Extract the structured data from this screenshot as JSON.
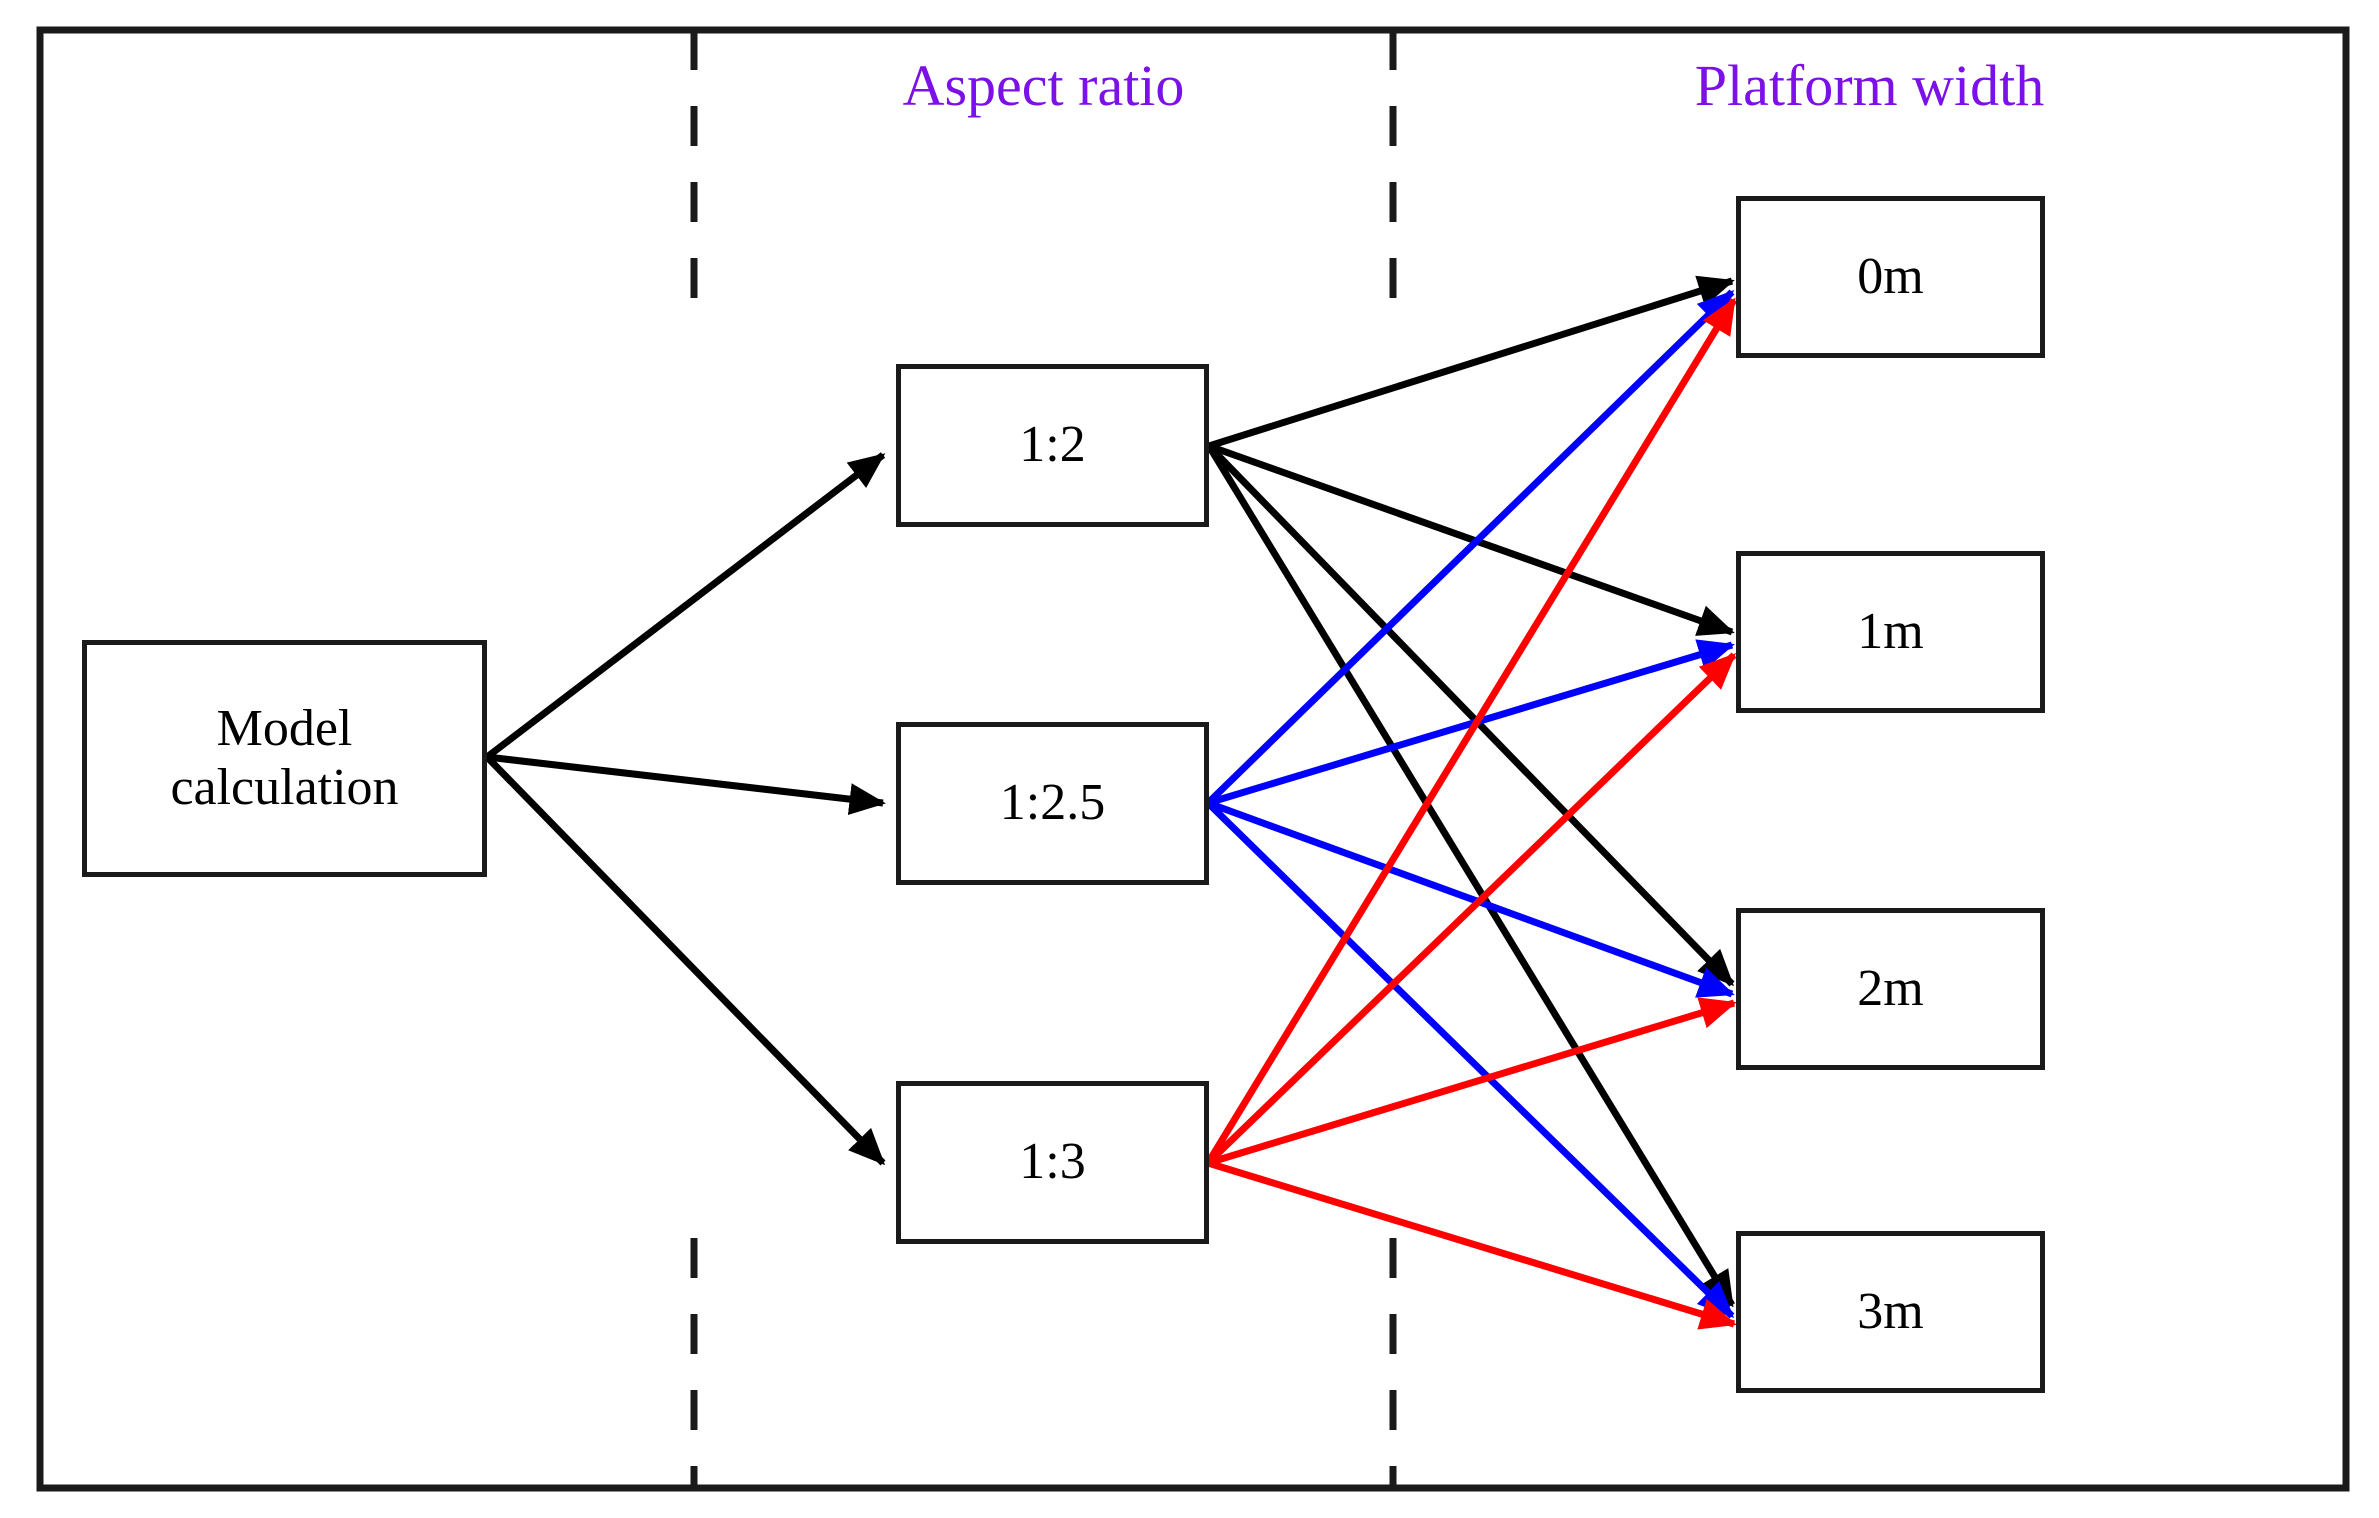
{
  "figure": {
    "border_color": "#1a1a1a",
    "background": "#ffffff"
  },
  "headers": [
    {
      "id": "aspect-ratio",
      "label": "Aspect ratio",
      "color": "#7B10E8"
    },
    {
      "id": "platform-width",
      "label": "Platform width",
      "color": "#7B10E8"
    }
  ],
  "nodes": {
    "root": {
      "label": "Model\ncalculation"
    },
    "aspect_ratio": [
      {
        "id": "ratio-1-2",
        "label": "1:2",
        "edge_color": "#000000"
      },
      {
        "id": "ratio-1-2-5",
        "label": "1:2.5",
        "edge_color": "#0000FF"
      },
      {
        "id": "ratio-1-3",
        "label": "1:3",
        "edge_color": "#FF0000"
      }
    ],
    "platform_width": [
      {
        "id": "width-0m",
        "label": "0m"
      },
      {
        "id": "width-1m",
        "label": "1m"
      },
      {
        "id": "width-2m",
        "label": "2m"
      },
      {
        "id": "width-3m",
        "label": "3m"
      }
    ]
  },
  "edges": {
    "from_root": [
      {
        "from": "Model calculation",
        "to": "1:2",
        "color": "#000000"
      },
      {
        "from": "Model calculation",
        "to": "1:2.5",
        "color": "#000000"
      },
      {
        "from": "Model calculation",
        "to": "1:3",
        "color": "#000000"
      }
    ],
    "from_ratios": [
      {
        "from": "1:2",
        "to": "0m",
        "color": "#000000"
      },
      {
        "from": "1:2",
        "to": "1m",
        "color": "#000000"
      },
      {
        "from": "1:2",
        "to": "2m",
        "color": "#000000"
      },
      {
        "from": "1:2",
        "to": "3m",
        "color": "#000000"
      },
      {
        "from": "1:2.5",
        "to": "0m",
        "color": "#0000FF"
      },
      {
        "from": "1:2.5",
        "to": "1m",
        "color": "#0000FF"
      },
      {
        "from": "1:2.5",
        "to": "2m",
        "color": "#0000FF"
      },
      {
        "from": "1:2.5",
        "to": "3m",
        "color": "#0000FF"
      },
      {
        "from": "1:3",
        "to": "0m",
        "color": "#FF0000"
      },
      {
        "from": "1:3",
        "to": "1m",
        "color": "#FF0000"
      },
      {
        "from": "1:3",
        "to": "2m",
        "color": "#FF0000"
      },
      {
        "from": "1:3",
        "to": "3m",
        "color": "#FF0000"
      }
    ]
  },
  "dividers": [
    {
      "id": "divider-left",
      "style": "dashed"
    },
    {
      "id": "divider-right",
      "style": "dashed"
    }
  ]
}
